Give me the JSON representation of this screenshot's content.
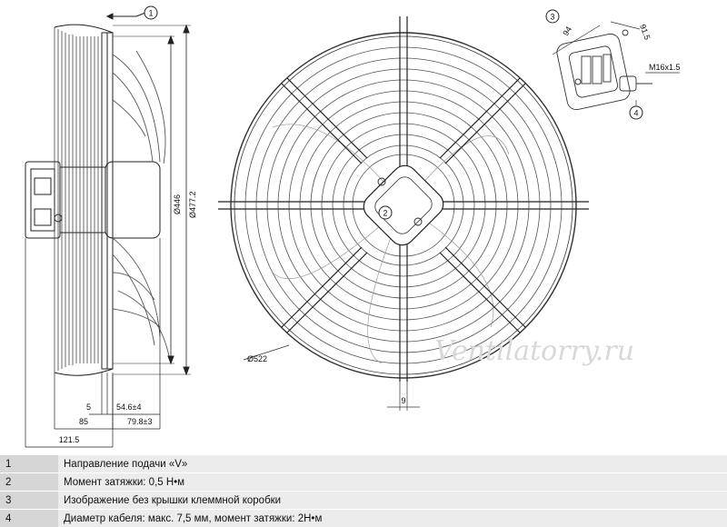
{
  "callouts": {
    "c1": "1",
    "c2": "2",
    "c3": "3",
    "c4": "4"
  },
  "dimensions": {
    "d446": "Ø446",
    "d477": "Ø477.2",
    "d522": "Ø522",
    "d5": "5",
    "d54": "54.6±4",
    "d85": "85",
    "d79": "79.8±3",
    "d121": "121.5",
    "d9": "9",
    "d94": "94",
    "d915": "91.5",
    "dm16": "M16x1.5"
  },
  "watermark": "Ventilatorry.ru",
  "legend": [
    {
      "num": "1",
      "text": "Направление подачи «V»"
    },
    {
      "num": "2",
      "text": "Момент затяжки: 0,5 Н•м"
    },
    {
      "num": "3",
      "text": "Изображение без крышки клеммной коробки"
    },
    {
      "num": "4",
      "text": "Диаметр кабеля: макс. 7,5 мм, момент затяжки: 2Н•м"
    }
  ]
}
